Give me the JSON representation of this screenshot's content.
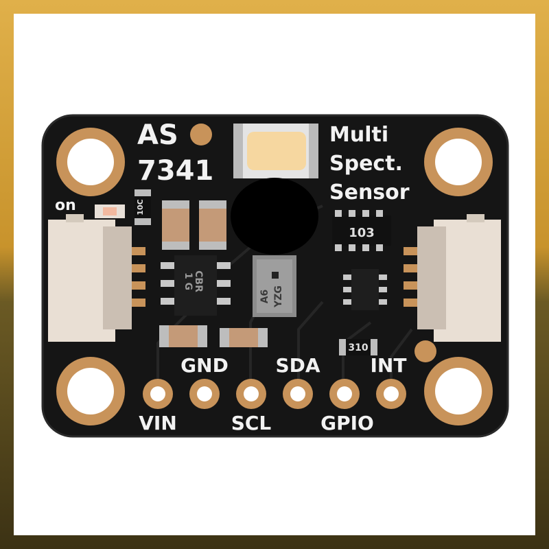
{
  "board": {
    "title_line1": "AS",
    "title_line2": "7341",
    "desc_line1": "Multi",
    "desc_line2": "Spect.",
    "desc_line3": "Sensor",
    "power_label": "on",
    "pins_top": [
      "GND",
      "SDA",
      "INT"
    ],
    "pins_bottom": [
      "VIN",
      "SCL",
      "GPIO"
    ],
    "chip_codes": {
      "resistor_network": "103",
      "resistor_left": "10C",
      "resistor_right": "310",
      "ic_left_line1": "CBR",
      "ic_left_line2": "1 G",
      "ic_center_line1": "A6",
      "ic_center_line2": "YZG"
    }
  },
  "colors": {
    "pcb": "#141414",
    "silkscreen": "#f2f2f2",
    "gold": "#c8935a",
    "connector": "#e9dfd4",
    "background_sky": "#d8a23a",
    "background_water": "#5a4a1c",
    "frame": "#ffffff"
  }
}
